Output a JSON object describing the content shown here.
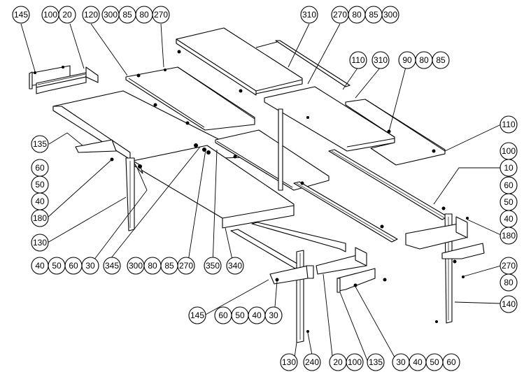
{
  "drawing": {
    "type": "exploded-assembly",
    "background": "#ffffff",
    "line_color": "#000000"
  },
  "callouts": [
    {
      "id": "c1",
      "labels": [
        "145"
      ]
    },
    {
      "id": "c2",
      "labels": [
        "100",
        "20"
      ]
    },
    {
      "id": "c3",
      "labels": [
        "120"
      ]
    },
    {
      "id": "c4",
      "labels": [
        "300",
        "85",
        "80",
        "270"
      ]
    },
    {
      "id": "c5",
      "labels": [
        "310"
      ]
    },
    {
      "id": "c6",
      "labels": [
        "270",
        "80",
        "85",
        "300"
      ]
    },
    {
      "id": "c7",
      "labels": [
        "110"
      ]
    },
    {
      "id": "c8",
      "labels": [
        "310"
      ]
    },
    {
      "id": "c9",
      "labels": [
        "90",
        "80",
        "85"
      ]
    },
    {
      "id": "c10",
      "labels": [
        "110"
      ]
    },
    {
      "id": "c11",
      "labels": [
        "100",
        "10"
      ]
    },
    {
      "id": "c12",
      "labels": [
        "60",
        "50",
        "40",
        "180"
      ]
    },
    {
      "id": "c13",
      "labels": [
        "270",
        "80"
      ]
    },
    {
      "id": "c14",
      "labels": [
        "140"
      ]
    },
    {
      "id": "c15",
      "labels": [
        "135"
      ]
    },
    {
      "id": "c16",
      "labels": [
        "60",
        "50",
        "40",
        "180"
      ]
    },
    {
      "id": "c17",
      "labels": [
        "130"
      ]
    },
    {
      "id": "c18",
      "labels": [
        "40",
        "50",
        "60",
        "30"
      ]
    },
    {
      "id": "c19",
      "labels": [
        "345"
      ]
    },
    {
      "id": "c20",
      "labels": [
        "300",
        "80",
        "85",
        "270"
      ]
    },
    {
      "id": "c21",
      "labels": [
        "350"
      ]
    },
    {
      "id": "c22",
      "labels": [
        "340"
      ]
    },
    {
      "id": "c23",
      "labels": [
        "145"
      ]
    },
    {
      "id": "c24",
      "labels": [
        "60",
        "50",
        "40",
        "30"
      ]
    },
    {
      "id": "c25",
      "labels": [
        "130"
      ]
    },
    {
      "id": "c26",
      "labels": [
        "240"
      ]
    },
    {
      "id": "c27",
      "labels": [
        "20",
        "100"
      ]
    },
    {
      "id": "c28",
      "labels": [
        "135"
      ]
    },
    {
      "id": "c29",
      "labels": [
        "30",
        "40",
        "50",
        "60"
      ]
    }
  ]
}
